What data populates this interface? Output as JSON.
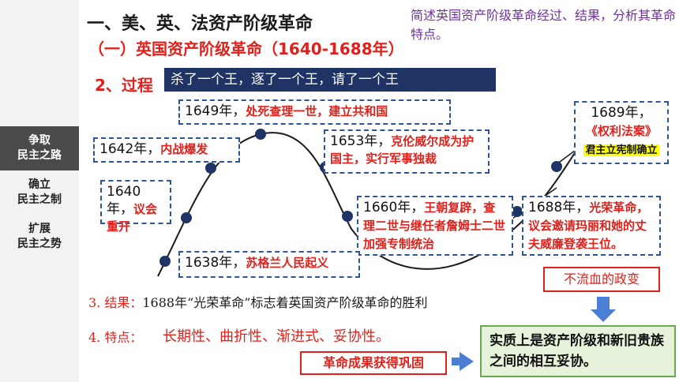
{
  "sidebar": {
    "items": [
      {
        "label": "争取\n民主之路",
        "active": true
      },
      {
        "label": "确立\n民主之制",
        "active": false
      },
      {
        "label": "扩展\n民主之势",
        "active": false
      }
    ]
  },
  "header": {
    "title": "一、美、英、法资产阶级革命",
    "subtitle": "（一）英国资产阶级革命（1640-1688年）"
  },
  "prompt": {
    "text": "简述英国资产阶级革命经过、结果，分析其革命特点。"
  },
  "process": {
    "label": "2、过程",
    "banner": "杀了一个王，逐了一个王，请了一个王"
  },
  "events": {
    "e1638": {
      "year": "1638年，",
      "text": "苏格兰人民起义"
    },
    "e1640": {
      "year": "1640年，",
      "text": "议会重开"
    },
    "e1642": {
      "year": "1642年，",
      "text": "内战爆发"
    },
    "e1649": {
      "year": "1649年，",
      "text": "处死查理一世，建立共和国"
    },
    "e1653": {
      "year": "1653年，",
      "text": "克伦威尔成为护国主，实行军事独裁"
    },
    "e1660": {
      "year": "1660年，",
      "text": "王朝复辟，查理二世与继任者詹姆士二世加强专制统治"
    },
    "e1688": {
      "year": "1688年，",
      "text": "光荣革命，议会邀请玛丽和她的丈夫威廉登袭王位。"
    },
    "e1689": {
      "year": "1689年，",
      "text": "《权利法案》",
      "badge": "君主立宪制确立"
    }
  },
  "result": {
    "prefix": "3. 结果：",
    "text": "1688年“光荣革命”标志着英国资产阶级革命的胜利"
  },
  "features": {
    "label": "4. 特点：",
    "text": "长期性、曲折性、渐进式、妥协性。"
  },
  "callouts": {
    "bloodless": "不流血的政变",
    "compromise": "实质上是资产阶级和新旧贵族之间的相互妥协。",
    "outcome": "革命成果获得巩固"
  },
  "colors": {
    "accent_red": "#e0201b",
    "navy": "#1f3364",
    "dot": "#1f3364",
    "purple": "#7030a0",
    "arrow_blue": "#4a7fd4",
    "badge_yellow": "#ffff00"
  }
}
